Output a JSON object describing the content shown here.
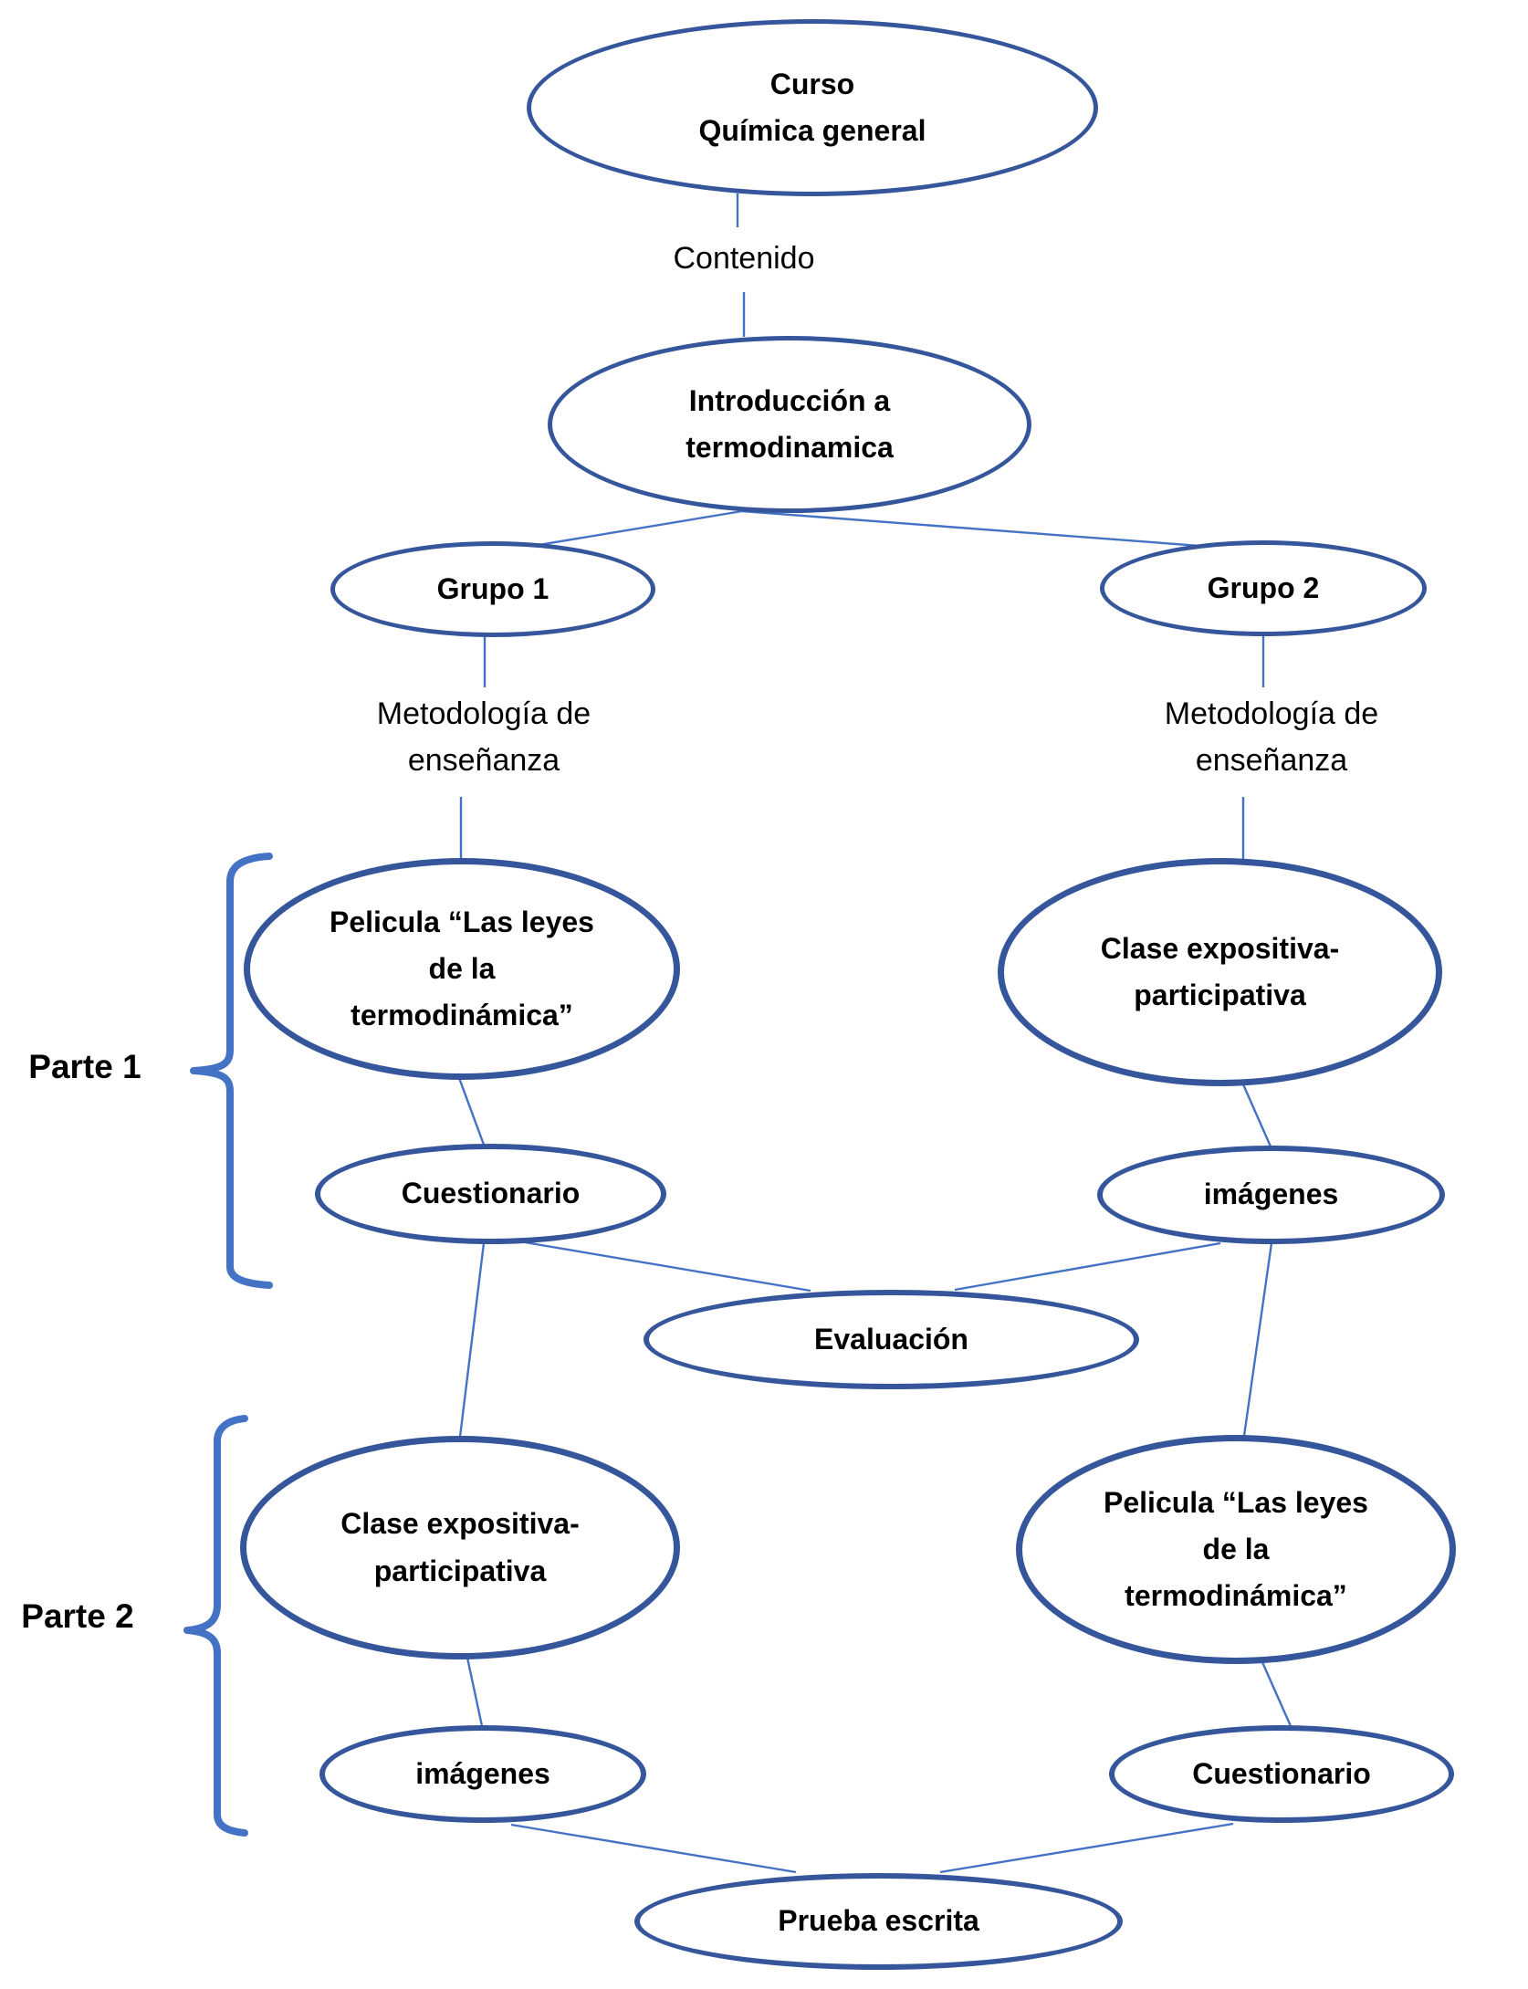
{
  "nodes": {
    "curso": {
      "label": "Curso\nQuímica general"
    },
    "introduccion": {
      "label": "Introducción a\ntermodinamica"
    },
    "grupo1": {
      "label": "Grupo 1"
    },
    "grupo2": {
      "label": "Grupo 2"
    },
    "pelicula_parte1": {
      "label": "Pelicula “Las leyes\nde la\ntermodinámica”"
    },
    "clase_parte1": {
      "label": "Clase expositiva-\nparticipativa"
    },
    "cuestionario_parte1": {
      "label": "Cuestionario"
    },
    "imagenes_parte1": {
      "label": "imágenes"
    },
    "evaluacion": {
      "label": "Evaluación"
    },
    "clase_parte2": {
      "label": "Clase expositiva-\nparticipativa"
    },
    "pelicula_parte2": {
      "label": "Pelicula “Las leyes\nde la\ntermodinámica”"
    },
    "imagenes_parte2": {
      "label": "imágenes"
    },
    "cuestionario_parte2": {
      "label": "Cuestionario"
    },
    "prueba_escrita": {
      "label": "Prueba escrita"
    }
  },
  "annotations": {
    "contenido": "Contenido",
    "metodologia_grupo1": "Metodología de\nenseñanza",
    "metodologia_grupo2": "Metodología de\nenseñanza",
    "parte1": "Parte 1",
    "parte2": "Parte 2"
  },
  "colors": {
    "node_border": "#35569B",
    "connector": "#4472C4",
    "brace": "#4472C4",
    "text": "#000000"
  }
}
